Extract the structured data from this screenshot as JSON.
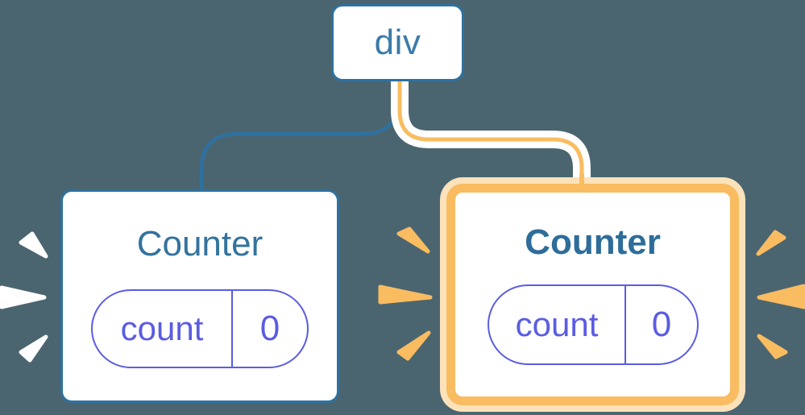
{
  "diagram": {
    "description": "React component tree: a div parent with two Counter children; the right Counter is highlighted as re-rendering",
    "root_node": {
      "label": "div"
    },
    "left_component": {
      "title": "Counter",
      "state": {
        "key": "count",
        "value": "0"
      }
    },
    "right_component": {
      "title": "Counter",
      "state": {
        "key": "count",
        "value": "0"
      }
    }
  },
  "colors": {
    "bg": "#4b6570",
    "blue": "#2e71a0",
    "text-blue": "#33739e",
    "text-blue-bold": "#2e6d99",
    "orange": "#f9bc60",
    "orange-light": "#fbe2ba",
    "purple": "#5b5ce2",
    "card-bg": "#ffffff"
  }
}
